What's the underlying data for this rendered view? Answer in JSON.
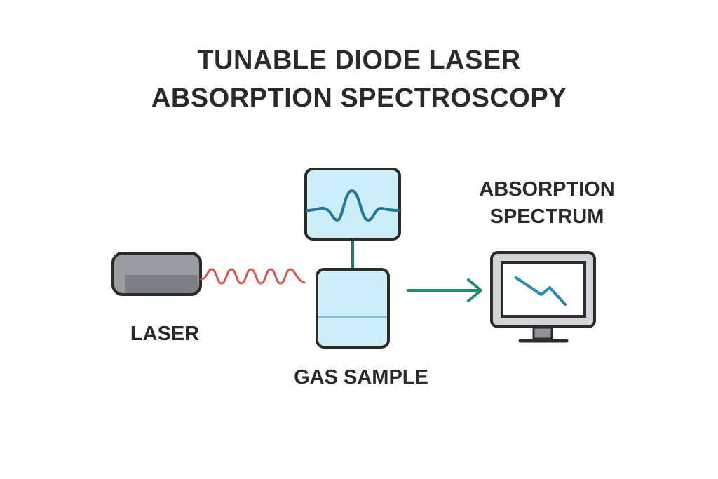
{
  "title": {
    "line1": "TUNABLE DIODE LASER",
    "line2": "ABSORPTION SPECTROSCOPY"
  },
  "labels": {
    "laser": "LASER",
    "gas_sample": "GAS SAMPLE",
    "spectrum_line1": "ABSORPTION",
    "spectrum_line2": "SPECTRUM"
  },
  "components": [
    {
      "id": "laser",
      "icon": "laser-device-icon"
    },
    {
      "id": "beam",
      "icon": "light-wave-icon"
    },
    {
      "id": "signal-display",
      "icon": "waveform-display-icon"
    },
    {
      "id": "gas-cell",
      "icon": "gas-cell-icon"
    },
    {
      "id": "output-arrow",
      "icon": "arrow-right-icon"
    },
    {
      "id": "monitor",
      "icon": "monitor-spectrum-icon"
    }
  ],
  "colors": {
    "outline": "#2b2b2b",
    "laser_body": "#9a9ea3",
    "laser_shade": "#7b7f84",
    "beam": "#d9534f",
    "cell_fill": "#cdeef8",
    "signal": "#1f7a99",
    "connector": "#1d7a6b",
    "arrow": "#1e8c70",
    "monitor_frame": "#d2d4d7",
    "spectrum_line": "#2b88b3"
  }
}
